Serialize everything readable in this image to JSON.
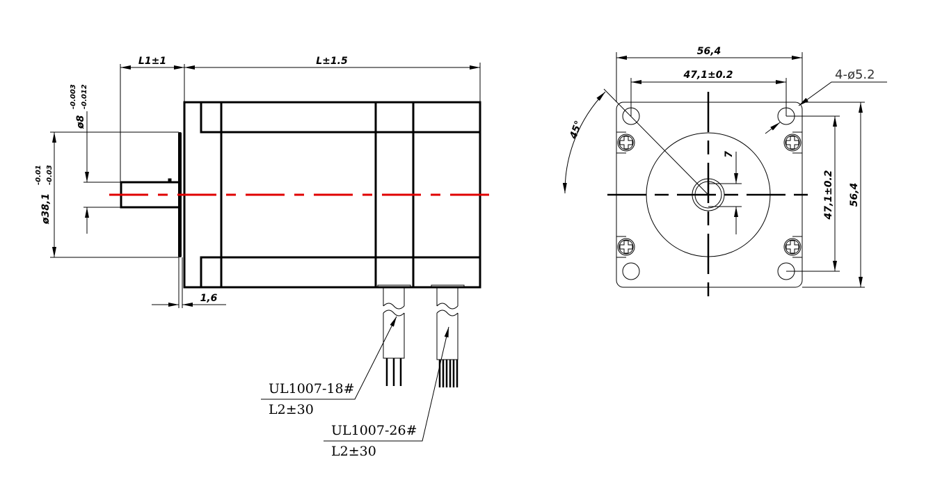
{
  "colors": {
    "ink": "#000000",
    "centerline": "#e00000"
  },
  "side_view": {
    "dims": {
      "l1": "L1±1",
      "l": "L±1.5",
      "shaft_dia": "ø8",
      "shaft_tol_upper": "-0.003",
      "shaft_tol_lower": "-0.012",
      "pilot_dia": "ø38,1",
      "pilot_tol_upper": "-0.01",
      "pilot_tol_lower": "-0.03",
      "flange_thickness": "1,6"
    },
    "cables": [
      {
        "spec": "UL1007-18#",
        "length": "L2±30",
        "wires": 3
      },
      {
        "spec": "UL1007-26#",
        "length": "L2±30",
        "wires": 6
      }
    ]
  },
  "front_view": {
    "dims": {
      "width": "56,4",
      "hole_spacing_h": "47,1±0.2",
      "hole_spacing_v": "47,1±0.2",
      "height": "56,4",
      "holes": "4-ø5.2",
      "angle": "45°",
      "shaft_flat": "7"
    }
  }
}
